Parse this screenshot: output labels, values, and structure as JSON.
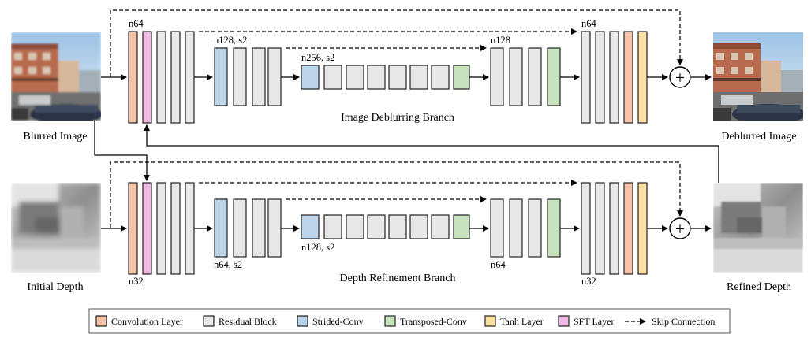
{
  "images": {
    "blurred": {
      "caption": "Blurred Image"
    },
    "deblurred": {
      "caption": "Deblurred Image"
    },
    "initial_depth": {
      "caption": "Initial Depth"
    },
    "refined_depth": {
      "caption": "Refined Depth"
    }
  },
  "branches": {
    "deblur": {
      "title": "Image Deblurring Branch",
      "labels": {
        "enc1": "n64",
        "enc2": "n128, s2",
        "enc3": "n256, s2",
        "dec2": "n128",
        "dec1": "n64"
      }
    },
    "depth": {
      "title": "Depth Refinement Branch",
      "labels": {
        "enc1": "n32",
        "enc2": "n64, s2",
        "enc3": "n128, s2",
        "dec2": "n64",
        "dec1": "n32"
      }
    }
  },
  "sum_symbol": "+",
  "legend": {
    "items": [
      {
        "key": "conv",
        "label": "Convolution Layer",
        "color": "#f5c4a8"
      },
      {
        "key": "res",
        "label": "Residual Block",
        "color": "#e8e8e8"
      },
      {
        "key": "strided",
        "label": "Strided-Conv",
        "color": "#bcd5ea"
      },
      {
        "key": "transposed",
        "label": "Transposed-Conv",
        "color": "#c7e3bd"
      },
      {
        "key": "tanh",
        "label": "Tanh Layer",
        "color": "#fbe0a3"
      },
      {
        "key": "sft",
        "label": "SFT Layer",
        "color": "#f0b9e3"
      },
      {
        "key": "skip",
        "label": "Skip Connection"
      }
    ]
  }
}
